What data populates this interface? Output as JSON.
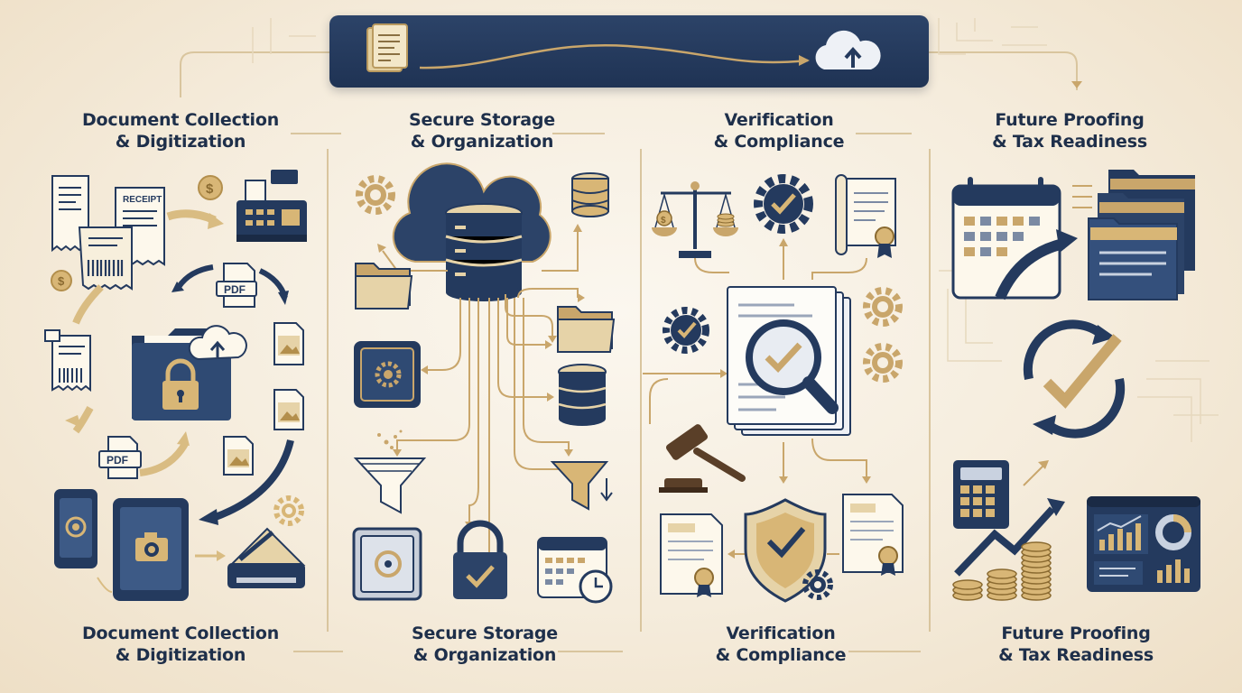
{
  "columns": [
    {
      "id": "col-1",
      "title_line1": "Document Collection",
      "title_line2": "& Digitization",
      "icon_labels": {
        "receipt": "RECEIPT",
        "pdf_top": "PDF",
        "pdf_bottom": "PDF"
      }
    },
    {
      "id": "col-2",
      "title_line1": "Secure Storage",
      "title_line2": "& Organization"
    },
    {
      "id": "col-3",
      "title_line1": "Verification",
      "title_line2": "& Compliance"
    },
    {
      "id": "col-4",
      "title_line1": "Future Proofing",
      "title_line2": "& Tax Readiness"
    }
  ],
  "footer_columns": [
    {
      "title_line1": "Document Collection",
      "title_line2": "& Digitization"
    },
    {
      "title_line1": "Secure Storage",
      "title_line2": "& Organization"
    },
    {
      "title_line1": "Verification",
      "title_line2": "& Compliance"
    },
    {
      "title_line1": "Future Proofing",
      "title_line2": "& Tax Readiness"
    }
  ],
  "banner": {
    "icons": [
      "document-icon",
      "cloud-upload-icon"
    ]
  },
  "colors": {
    "navy": "#243a5e",
    "gold": "#c9a66b",
    "gold_light": "#dcc08a",
    "cream": "#f6efe2",
    "line": "#d8c49c"
  }
}
